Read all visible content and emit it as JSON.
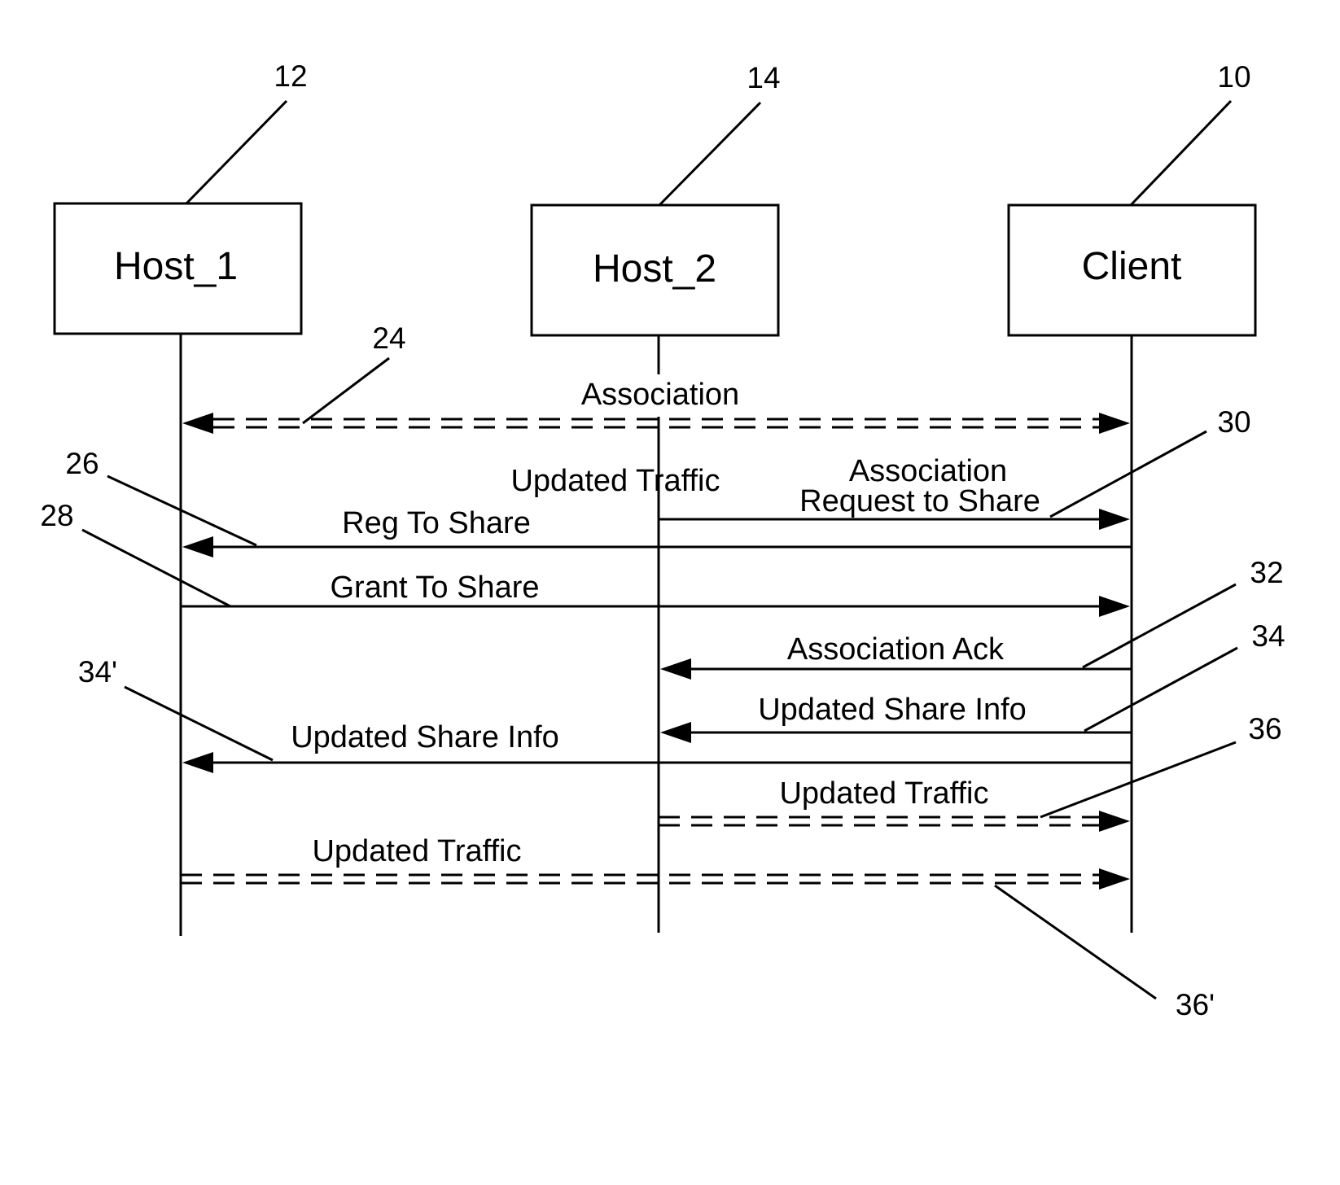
{
  "participants": [
    {
      "name": "Host_1",
      "ref": "12"
    },
    {
      "name": "Host_2",
      "ref": "14"
    },
    {
      "name": "Client",
      "ref": "10"
    }
  ],
  "messages": {
    "association": {
      "label": "Association",
      "ref": "24"
    },
    "updated_traffic_1": {
      "label": "Updated Traffic"
    },
    "association_request": {
      "label_line1": "Association",
      "label_line2": "Request to Share",
      "ref": "30"
    },
    "reg_to_share": {
      "label": "Reg To Share",
      "ref": "26"
    },
    "grant_to_share": {
      "label": "Grant To Share",
      "ref": "28"
    },
    "association_ack": {
      "label": "Association Ack",
      "ref": "32"
    },
    "updated_share_info_host2": {
      "label": "Updated Share Info",
      "ref": "34"
    },
    "updated_share_info_host1": {
      "label": "Updated Share Info",
      "ref": "34'"
    },
    "updated_traffic_host2": {
      "label": "Updated Traffic",
      "ref": "36"
    },
    "updated_traffic_host1": {
      "label": "Updated Traffic",
      "ref": "36'"
    }
  }
}
